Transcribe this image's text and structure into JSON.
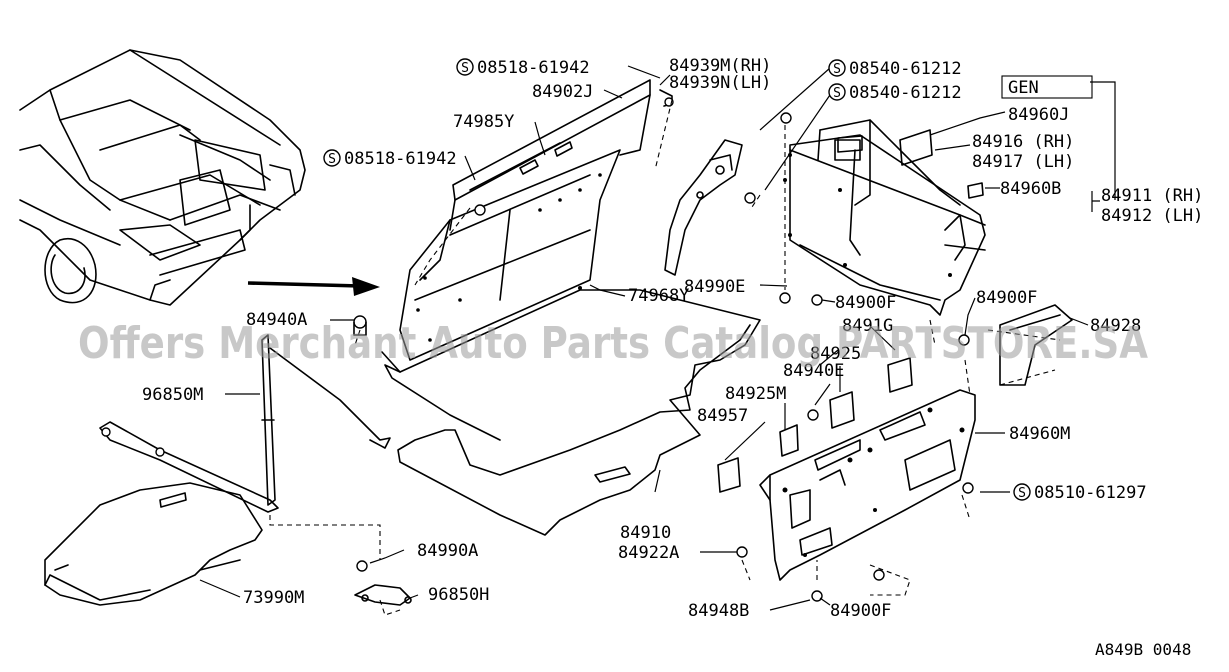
{
  "labels": {
    "s_08518_61942_top": "08518-61942",
    "p84902J": "84902J",
    "p74985Y": "74985Y",
    "s_08518_61942_mid": "08518-61942",
    "p84939M": "84939M(RH)",
    "p84939N": "84939N(LH)",
    "s_08540_61212_a": "08540-61212",
    "s_08540_61212_b": "08540-61212",
    "gen": "GEN",
    "p84960J": "84960J",
    "p84916": "84916 (RH)",
    "p84917": "84917 (LH)",
    "p84960B": "84960B",
    "p84911": "84911 (RH)",
    "p84912": "84912 (LH)",
    "p74968Y": "74968Y",
    "p84990E": "84990E",
    "p84900F_a": "84900F",
    "p84900F_b": "84900F",
    "p84928": "84928",
    "p84940A": "84940A",
    "p8491G": "8491G",
    "p84925": "84925",
    "p84940E": "84940E",
    "p84925M": "84925M",
    "p96850M": "96850M",
    "p84957": "84957",
    "p84960M": "84960M",
    "s_08510_61297": "08510-61297",
    "p84910": "84910",
    "p84990A": "84990A",
    "p84922A": "84922A",
    "p73990M": "73990M",
    "p96850H": "96850H",
    "p84948B": "84948B",
    "p84900F_c": "84900F",
    "ref": "A849B 0048"
  },
  "screw_symbol": "S",
  "watermark": "Offers Merchant Auto Parts Catalog PARTSTORE.SA"
}
